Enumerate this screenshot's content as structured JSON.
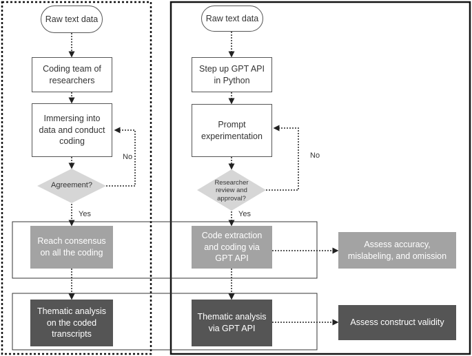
{
  "left": {
    "start": "Raw text data",
    "step1": "Coding team of researchers",
    "step2": "Immersing into data and conduct coding",
    "decision": "Agreement?",
    "no": "No",
    "yes": "Yes",
    "step3": "Reach consensus on all the coding",
    "step4": "Thematic analysis on the coded transcripts"
  },
  "right": {
    "start": "Raw text data",
    "step1": "Step up GPT API in Python",
    "step2": "Prompt experimentation",
    "decision": "Researcher review and approval?",
    "no": "No",
    "yes": "Yes",
    "step3": "Code extraction and coding via GPT API",
    "step4": "Thematic analysis via GPT API"
  },
  "outcomes": {
    "assess1": "Assess accuracy, mislabeling, and omission",
    "assess2": "Assess construct validity"
  },
  "colors": {
    "light_fill": "#a3a3a3",
    "dark_fill": "#555555",
    "decision_fill": "#d6d6d6"
  }
}
